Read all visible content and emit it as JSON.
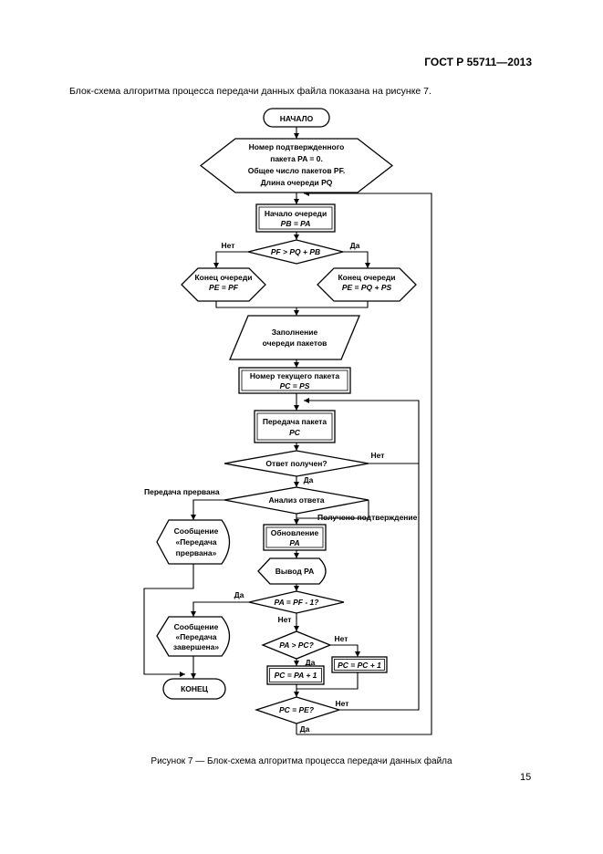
{
  "header": {
    "standard": "ГОСТ Р 55711—2013"
  },
  "intro_text": "Блок-схема алгоритма процесса передачи данных файла показана на рисунке 7.",
  "flowchart": {
    "start": "НАЧАЛО",
    "init": [
      "Номер подтвержденного",
      "пакета PA = 0.",
      "Общее число пакетов PF.",
      "Длина очереди PQ"
    ],
    "queue_start": [
      "Начало очереди",
      "PB = PA"
    ],
    "cond_pf": "PF > PQ + PB",
    "label_no_1": "Нет",
    "label_yes_1": "Да",
    "queue_end_left": [
      "Конец очереди",
      "PE = PF"
    ],
    "queue_end_right": [
      "Конец очереди",
      "PE = PQ + PS"
    ],
    "fill_queue": [
      "Заполнение",
      "очереди пакетов"
    ],
    "current_packet": [
      "Номер текущего пакета",
      "PC = PS"
    ],
    "send_packet": [
      "Передача пакета",
      "PC"
    ],
    "cond_response": "Ответ получен?",
    "label_no_2": "Нет",
    "label_yes_2": "Да",
    "cond_analysis": "Анализ ответа",
    "label_aborted": "Передача прервана",
    "label_confirmed": "Получено подтверждение",
    "msg_aborted": [
      "Сообщение",
      "«Передача",
      "прервана»"
    ],
    "update_pa": [
      "Обновление",
      "PA"
    ],
    "output_pa": "Вывод PA",
    "cond_pa_pf": "PA = PF - 1?",
    "label_yes_3": "Да",
    "label_no_3": "Нет",
    "msg_done": [
      "Сообщение",
      "«Передача",
      "завершена»"
    ],
    "cond_pa_pc": "PA > PC?",
    "label_no_4": "Нет",
    "label_yes_4": "Да",
    "pc_pa": "PC = PA + 1",
    "pc_pc": "PC = PC + 1",
    "end": "КОНЕЦ",
    "cond_pc_pe": "PC = PE?",
    "label_no_5": "Нет",
    "label_yes_5": "Да"
  },
  "caption": "Рисунок 7 — Блок-схема алгоритма процесса передачи данных файла",
  "page_number": "15"
}
